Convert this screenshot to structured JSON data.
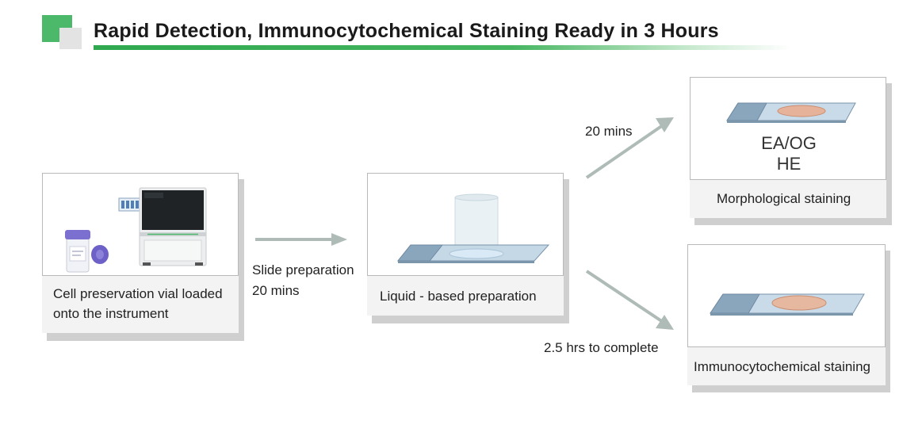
{
  "header": {
    "title": "Rapid Detection, Immunocytochemical Staining Ready in 3 Hours",
    "accent_color": "#4cb86a",
    "secondary_color": "#e3e3e3"
  },
  "steps": {
    "instrument": {
      "caption_line1": "Cell preservation vial loaded",
      "caption_line2": "onto the instrument",
      "icons": [
        "sample-vial-icon",
        "instrument-icon",
        "slide-rack-icon"
      ]
    },
    "liquid": {
      "caption": "Liquid - based  preparation",
      "icons": [
        "slide-with-sample-chamber-icon"
      ]
    },
    "morphological": {
      "stains_line1": "EA/OG",
      "stains_line2": "HE",
      "caption": "Morphological staining",
      "icons": [
        "stained-slide-icon"
      ]
    },
    "immuno": {
      "caption": "Immunocytochemical staining",
      "icons": [
        "stained-slide-icon"
      ]
    }
  },
  "arrows": {
    "slide_prep_line1": "Slide preparation",
    "slide_prep_line2": "20 mins",
    "upper_time": "20 mins",
    "lower_time": "2.5 hrs  to complete",
    "arrow_color": "#aebbb6"
  }
}
